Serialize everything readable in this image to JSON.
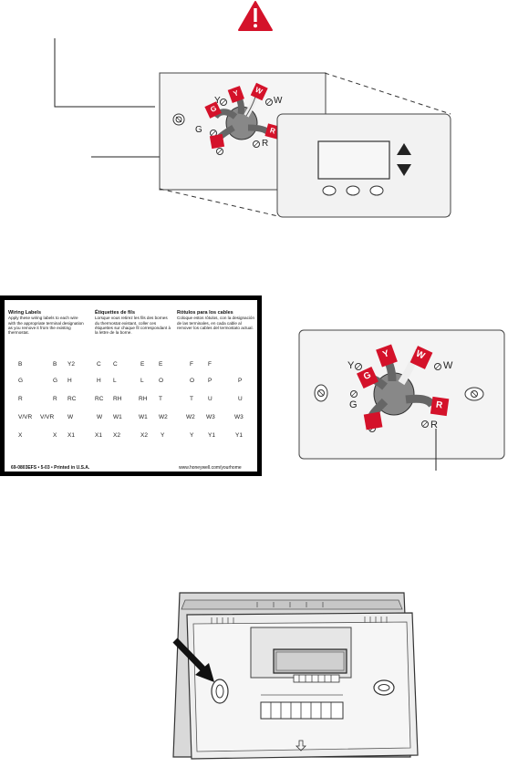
{
  "diagram_1": {
    "terminals": {
      "y": "Y",
      "w": "W",
      "g": "G",
      "r": "R"
    },
    "wire_tags": {
      "g": "G",
      "y": "Y",
      "w": "W",
      "r": "R"
    }
  },
  "label_sheet": {
    "columns": [
      {
        "title": "Wiring Labels",
        "text": "Apply these wiring labels to each wire with the appropriate terminal designation as you remove it from the existing thermostat."
      },
      {
        "title": "Étiquettes de fils",
        "text": "Lorsque vous retirez les fils des bornes du thermostat existant, coller ces étiquettes sur chaque fil correspondant à la lettre de la borne."
      },
      {
        "title": "Rótulos para los cables",
        "text": "Coloque estos rótulos, con la designación de las terminales, en cada cable al remover los cables del termostato actual."
      }
    ],
    "rows": [
      [
        "B",
        "B",
        "Y2",
        "C",
        "C",
        "E",
        "E",
        "F",
        "F"
      ],
      [
        "G",
        "G",
        "H",
        "H",
        "L",
        "L",
        "O",
        "O",
        "P",
        "P"
      ],
      [
        "R",
        "R",
        "RC",
        "RC",
        "RH",
        "RH",
        "T",
        "T",
        "U",
        "U"
      ],
      [
        "V/VR",
        "V/VR",
        "W",
        "W",
        "W1",
        "W1",
        "W2",
        "W2",
        "W3",
        "W3"
      ],
      [
        "X",
        "X",
        "X1",
        "X1",
        "X2",
        "X2",
        "Y",
        "Y",
        "Y1",
        "Y1"
      ]
    ],
    "footer": {
      "part": "69-0803EFS  •  5-03  •  Printed in U.S.A.",
      "url": "www.honeywell.com/yourhome"
    }
  },
  "diagram_2": {
    "terminals": {
      "y": "Y",
      "w": "W",
      "g": "G",
      "r": "R"
    },
    "wire_tags": {
      "g": "G",
      "y": "Y",
      "w": "W",
      "r": "R"
    }
  },
  "colors": {
    "wire_tag": "#d4122a",
    "warning": "#d4122a",
    "plate": "#f4f4f4",
    "line": "#333333"
  }
}
